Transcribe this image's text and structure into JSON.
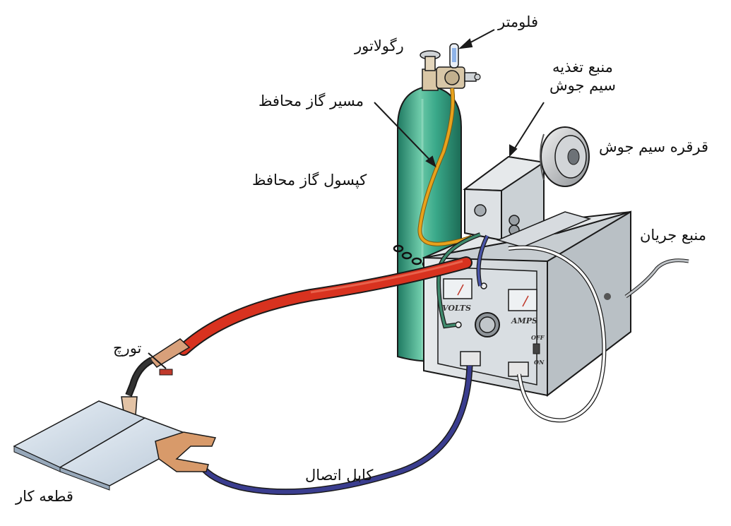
{
  "labels": {
    "flowmeter": "فلومتر",
    "regulator": "رگولاتور",
    "gas_hose": "مسیر گاز محافظ",
    "gas_cylinder": "کپسول گاز محافظ",
    "wire_feeder_line1": "منبع تغذیه",
    "wire_feeder_line2": "سیم جوش",
    "wire_spool": "قرقره سیم جوش",
    "power_source": "منبع جریان",
    "torch": "تورچ",
    "workpiece": "قطعه کار",
    "ground_cable": "کابل اتصال"
  },
  "panel": {
    "volts": "VOLTS",
    "amps": "AMPS",
    "off": "OFF",
    "on": "ON"
  },
  "colors": {
    "cylinder": "#3aa98a",
    "torch_cable": "#d8321f",
    "ground_cable": "#3a3d8f",
    "gas_hose": "#e8a21c",
    "machine_body": "#dfe3e6",
    "outline": "#1a1a1a"
  }
}
